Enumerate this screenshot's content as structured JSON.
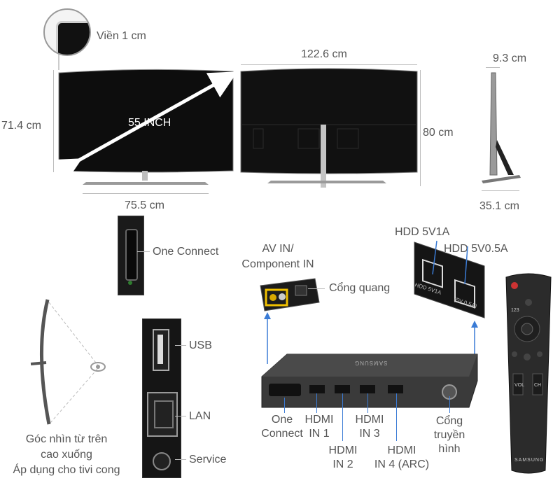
{
  "dimensions": {
    "bezel": "Viền 1 cm",
    "width_total": "122.6 cm",
    "height_screen": "71.4 cm",
    "screen_size": "55 INCH",
    "stand_width": "75.5 cm",
    "height_total": "80 cm",
    "depth_top": "9.3 cm",
    "depth_stand": "35.1 cm"
  },
  "ports": {
    "one_connect": "One Connect",
    "usb": "USB",
    "lan": "LAN",
    "service": "Service",
    "av_in_line1": "AV IN/",
    "av_in_line2": "Component IN",
    "optical": "Cổng quang",
    "hdd_5v1a": "HDD 5V1A",
    "hdd_5v05a": "HDD 5V0.5A",
    "box_one_connect_line1": "One",
    "box_one_connect_line2": "Connect",
    "hdmi1_line1": "HDMI",
    "hdmi1_line2": "IN 1",
    "hdmi2_line1": "HDMI",
    "hdmi2_line2": "IN 2",
    "hdmi3_line1": "HDMI",
    "hdmi3_line2": "IN 3",
    "hdmi4_line1": "HDMI",
    "hdmi4_line2": "IN 4 (ARC)",
    "tv_port_line1": "Cổng",
    "tv_port_line2": "truyền",
    "tv_port_line3": "hình",
    "hdd_label_a": "HDD 5V1A",
    "hdd_label_b": "(5V 0.5A)"
  },
  "viewing": {
    "line1": "Góc nhìn từ trên",
    "line2": "cao xuống",
    "line3": "Áp dụng cho tivi cong"
  },
  "branding": {
    "box_brand": "SAMSUNG",
    "remote_brand": "SAMSUNG",
    "remote_vol": "VOL",
    "remote_ch": "CH",
    "remote_123": "123"
  },
  "colors": {
    "label_text": "#555555",
    "dim_line": "#bbbbbb",
    "accent_arrow": "#3a7bd5"
  }
}
